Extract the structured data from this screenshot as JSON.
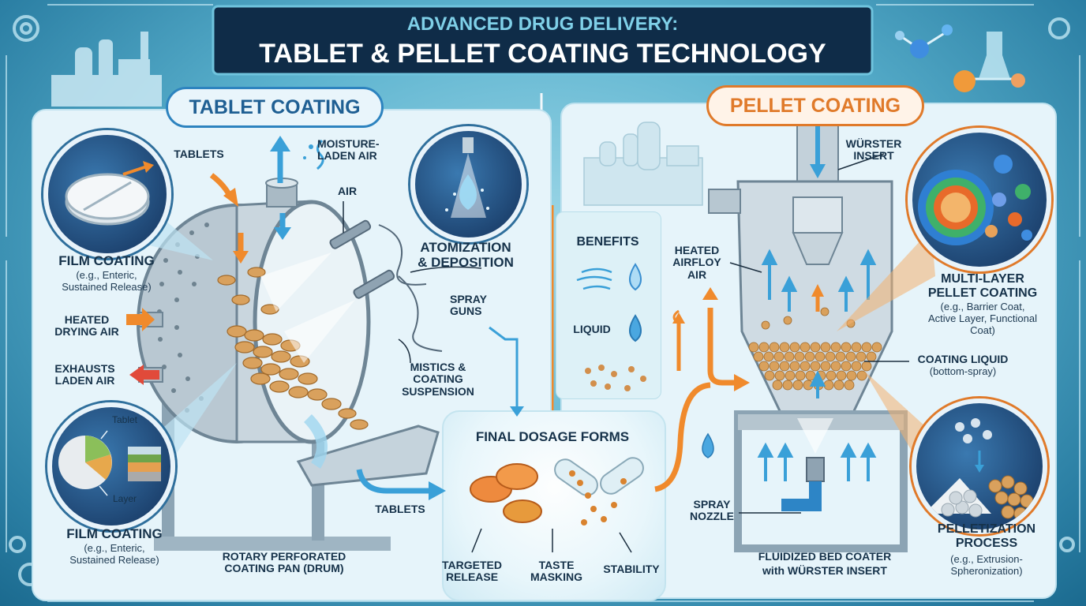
{
  "header": {
    "title_line1": "ADVANCED DRUG DELIVERY:",
    "title_line2": "TABLET & PELLET COATING TECHNOLOGY"
  },
  "tablet_section": {
    "heading": "TABLET COATING",
    "labels": {
      "tablets_in": "TABLETS",
      "moisture_air": "MOISTURE-\nLADEN AIR",
      "air": "AIR",
      "atomization": "ATOMIZATION\n& DEPOSITION",
      "spray_guns": "SPRAY\nGUNS",
      "mistics": "MISTICS &\nCOATING\nSUSPENSION",
      "heated_drying_air": "HEATED\nDRYING AIR",
      "exhausts": "EXHAUSTS\nLADEN AIR",
      "tablets_out": "TABLETS",
      "pan": "ROTARY PERFORATED\nCOATING PAN (DRUM)",
      "inset_tablet": "Tablet",
      "inset_layer": "Layer"
    },
    "film_coating_top": {
      "title": "FILM COATING",
      "sub": "(e.g., Enteric,\nSustained Release)"
    },
    "film_coating_bottom": {
      "title": "FILM COATING",
      "sub": "(e.g., Enteric,\nSustained Release)"
    }
  },
  "benefits": {
    "title": "BENEFITS",
    "liquid": "LIQUID"
  },
  "final": {
    "title": "FINAL DOSAGE FORMS",
    "items": [
      "TARGETED\nRELEASE",
      "TASTE\nMASKING",
      "STABILITY"
    ]
  },
  "pellet_section": {
    "heading": "PELLET COATING",
    "labels": {
      "wurster_insert": "WÜRSTER\nINSERT",
      "heated_airflow": "HEATED\nAIRFLOY\nAIR",
      "coating_liquid": "COATING LIQUID",
      "coating_liquid_sub": "(bottom-spray)",
      "spray_nozzle": "SPRAY\nNOZZLE",
      "coater_line1": "FLUIDIZED BED COATER",
      "coater_line2": "with WÜRSTER INSERT"
    },
    "multilayer": {
      "title": "MULTI-LAYER\nPELLET COATING",
      "sub": "(e.g., Barrier Coat,\nActive Layer, Functional\nCoat)"
    },
    "pelletization": {
      "title": "PELLETIZATION\nPROCESS",
      "sub": "(e.g., Extrusion-\nSpheronization)"
    }
  },
  "colors": {
    "navy": "#16324a",
    "tablet_accent": "#1f5f93",
    "pellet_accent": "#e07a2a",
    "flow_blue": "#3aa0d8",
    "flow_orange": "#f08a2c",
    "panel": "#e7f4fa"
  }
}
